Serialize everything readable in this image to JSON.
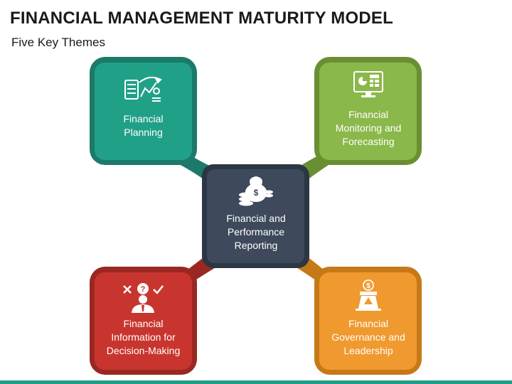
{
  "title": "FINANCIAL MANAGEMENT MATURITY MODEL",
  "subtitle": "Five Key Themes",
  "center": {
    "label": "Financial and Performance Reporting",
    "icon": "money-bag-coins-icon",
    "color": "#3e4a5b"
  },
  "themes": [
    {
      "id": "planning",
      "label": "Financial Planning",
      "icon": "calculator-chart-icon",
      "color": "#21a088",
      "border": "#1b7a69"
    },
    {
      "id": "monitoring",
      "label": "Financial Monitoring and Forecasting",
      "icon": "monitor-dashboard-icon",
      "color": "#8bb84a",
      "border": "#6a8f33"
    },
    {
      "id": "decision",
      "label": "Financial Information for Decision-Making",
      "icon": "person-decision-icon",
      "color": "#c8352e",
      "border": "#9a2822"
    },
    {
      "id": "governance",
      "label": "Financial Governance and Leadership",
      "icon": "podium-dollar-icon",
      "color": "#f0992e",
      "border": "#c57918"
    }
  ]
}
